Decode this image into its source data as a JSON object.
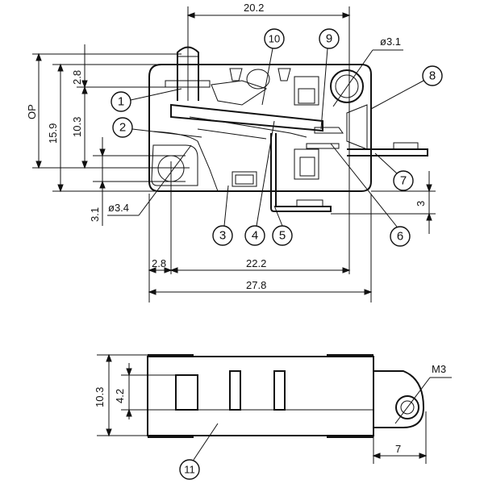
{
  "title": "Microswitch dimension drawing",
  "colors": {
    "line": "#111111",
    "background": "#ffffff"
  },
  "dimensions": {
    "width_20_2": "20.2",
    "op": "OP",
    "height_15_9": "15.9",
    "height_10_3": "10.3",
    "height_2_8": "2.8",
    "offset_3_1": "3.1",
    "hole_left": "ø3.4",
    "hole_right": "ø3.1",
    "bottom_2_8": "2.8",
    "bottom_22_2": "22.2",
    "bottom_27_8": "27.8",
    "terminal_3": "3",
    "side_10_3": "10.3",
    "side_4_2": "4.2",
    "thread_m3": "M3",
    "arm_7": "7"
  },
  "callouts": [
    "1",
    "2",
    "3",
    "4",
    "5",
    "6",
    "7",
    "8",
    "9",
    "10",
    "11"
  ]
}
